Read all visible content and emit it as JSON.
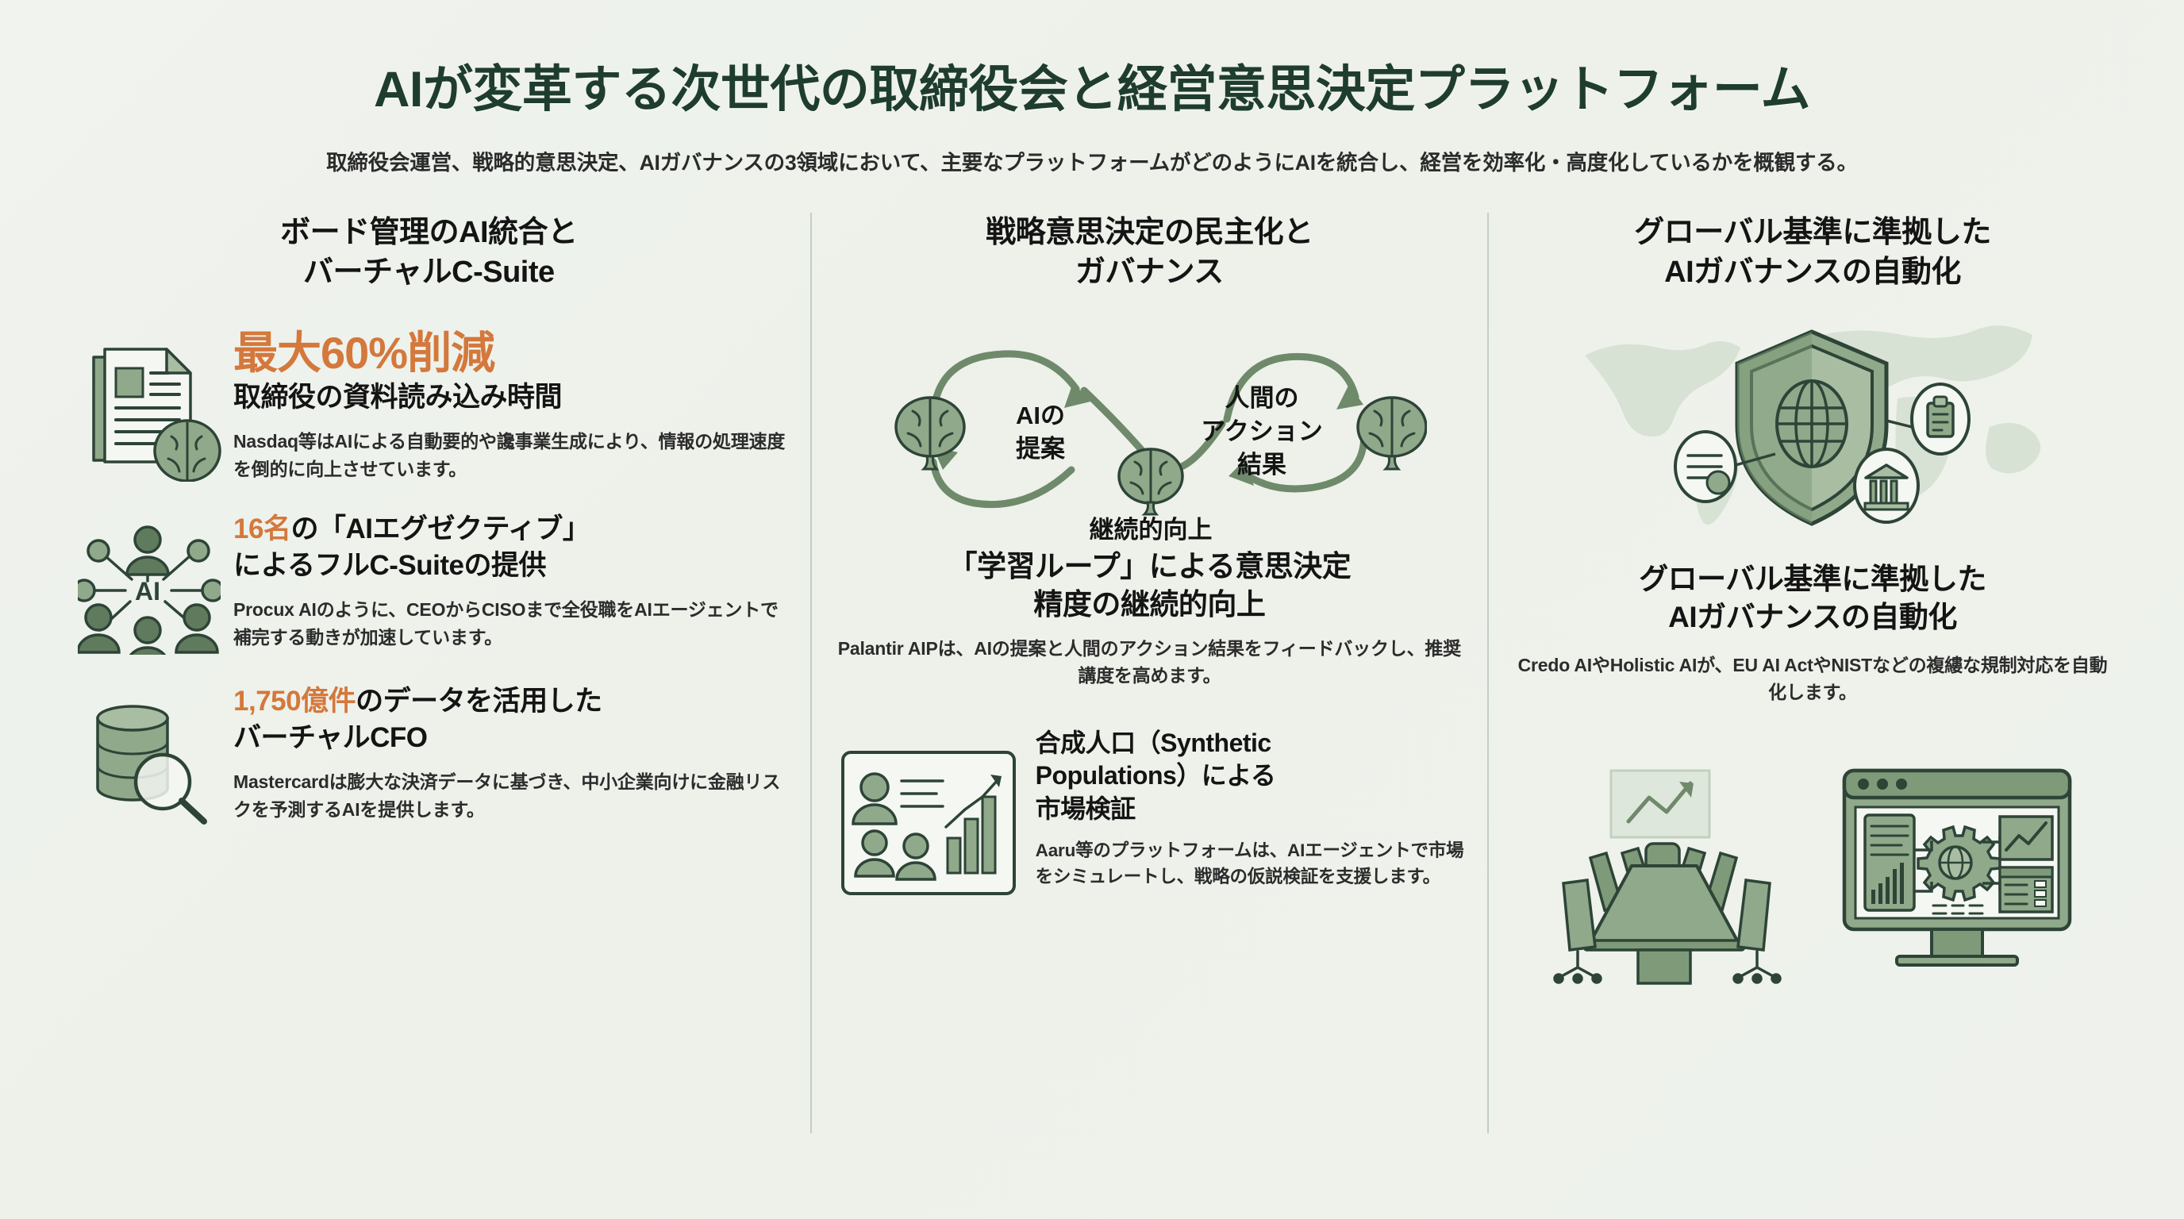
{
  "header": {
    "title": "AIが変革する次世代の取締役会と経営意思決定プラットフォーム",
    "subtitle": "取締役会運営、戦略的意思決定、AIガバナンスの3領域において、主要なプラットフォームがどのようにAIを統合し、経営を効率化・高度化しているかを概観する。"
  },
  "colors": {
    "background": "#eef2ec",
    "title_green": "#1f3d2e",
    "accent_orange": "#d4783c",
    "icon_green": "#6f8a6b",
    "icon_dark": "#2d4437",
    "body_text": "#2c2c2c",
    "divider": "#c2cfc2"
  },
  "columns": [
    {
      "heading": "ボード管理のAI統合と\nバーチャルC-Suite",
      "heading_lines": [
        "ボード管理のAI統合と",
        "バーチャルC-Suite"
      ],
      "items": [
        {
          "icon": "document-brain-icon",
          "stat": "最大60%削減",
          "stat_sub": "取締役の資料読み込み時間",
          "desc": "Nasdaq等はAIによる自動要的や讒事業生成により、情報の処理速度を倒的に向上させています。"
        },
        {
          "icon": "ai-network-people-icon",
          "title_accent": "16名",
          "title_rest": "の「AIエグゼクティブ」",
          "title_line2": "によるフルC-Suiteの提供",
          "desc": "Procux AIのように、CEOからCISOまで全役職をAIエージェントで補完する動きが加速しています。"
        },
        {
          "icon": "database-search-icon",
          "title_accent": "1,750億件",
          "title_rest": "のデータを活用した",
          "title_line2": "バーチャルCFO",
          "desc": "Mastercardは膨大な決済データに基づき、中小企業向けに金融リスクを予測するAIを提供します。"
        }
      ]
    },
    {
      "heading_lines": [
        "戦略意思決定の民主化と",
        "ガバナンス"
      ],
      "loop": {
        "label_left": [
          "AIの",
          "提案"
        ],
        "label_right": [
          "人間の",
          "アクション",
          "結果"
        ],
        "label_bottom": "継続的向上"
      },
      "mid_title_lines": [
        "「学習ループ」による意思決定",
        "精度の継続的向上"
      ],
      "mid_desc": "Palantir AIPは、AIの提案と人間のアクション結果をフィードバックし、推奨講度を高めます。",
      "card": {
        "icon": "team-analytics-icon",
        "title_lines": [
          "合成人口（Synthetic",
          "Populations）による",
          "市場検証"
        ],
        "desc": "Aaru等のプラットフォームは、AIエージェントで市場をシミュレートし、戦略の仮説検証を支援します。"
      }
    },
    {
      "heading_lines": [
        "グローバル基準に準拠した",
        "AIガバナンスの自動化"
      ],
      "hero_icon": "shield-globe-worldmap-icon",
      "title_lines": [
        "グローバル基準に準拠した",
        "AIガバナンスの自動化"
      ],
      "desc": "Credo AIやHolistic AIが、EU AI ActやNISTなどの複縷な規制対応を自動化します。",
      "bottom_icons": [
        "boardroom-table-icon",
        "dashboard-monitor-icon"
      ]
    }
  ]
}
